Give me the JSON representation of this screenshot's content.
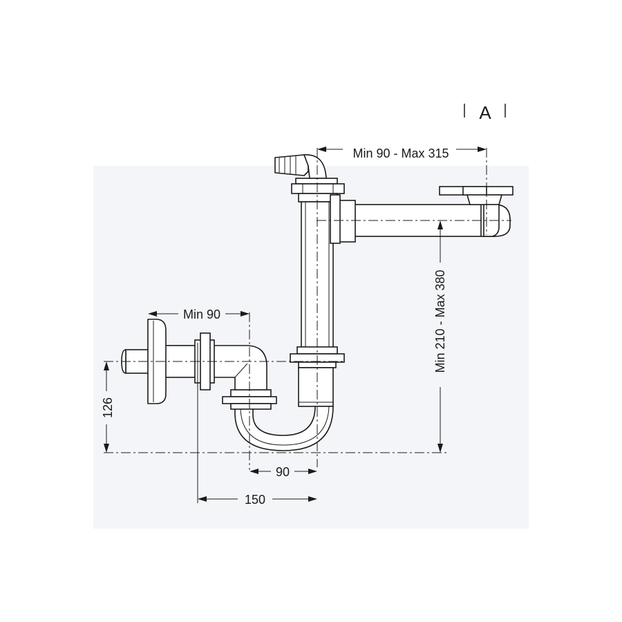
{
  "figure": {
    "label": "A"
  },
  "dimensions": {
    "top_horizontal": "Min 90 - Max 315",
    "vertical_right": "Min 210 - Max 380",
    "left_horizontal": "Min 90",
    "left_vertical": "126",
    "bottom_inner": "90",
    "bottom_outer": "150"
  }
}
